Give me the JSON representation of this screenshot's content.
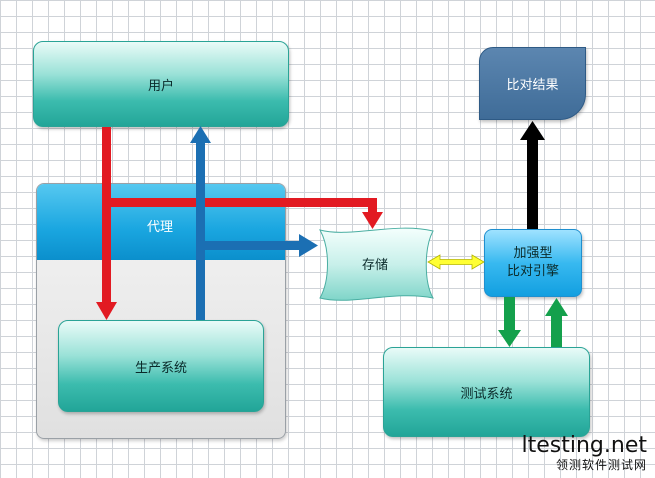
{
  "nodes": {
    "user": "用户",
    "proxy": "代理",
    "production": "生产系统",
    "storage": "存储",
    "engine_line1": "加强型",
    "engine_line2": "比对引擎",
    "result": "比对结果",
    "test_system": "测试系统"
  },
  "watermark": {
    "main": "ltesting.net",
    "sub": "领测软件测试网"
  },
  "colors": {
    "red_arrow": "#e21a22",
    "blue_arrow": "#1b6fb3",
    "black_arrow": "#000000",
    "green_arrow": "#14a04c",
    "yellow_arrow": "#ffff33"
  }
}
